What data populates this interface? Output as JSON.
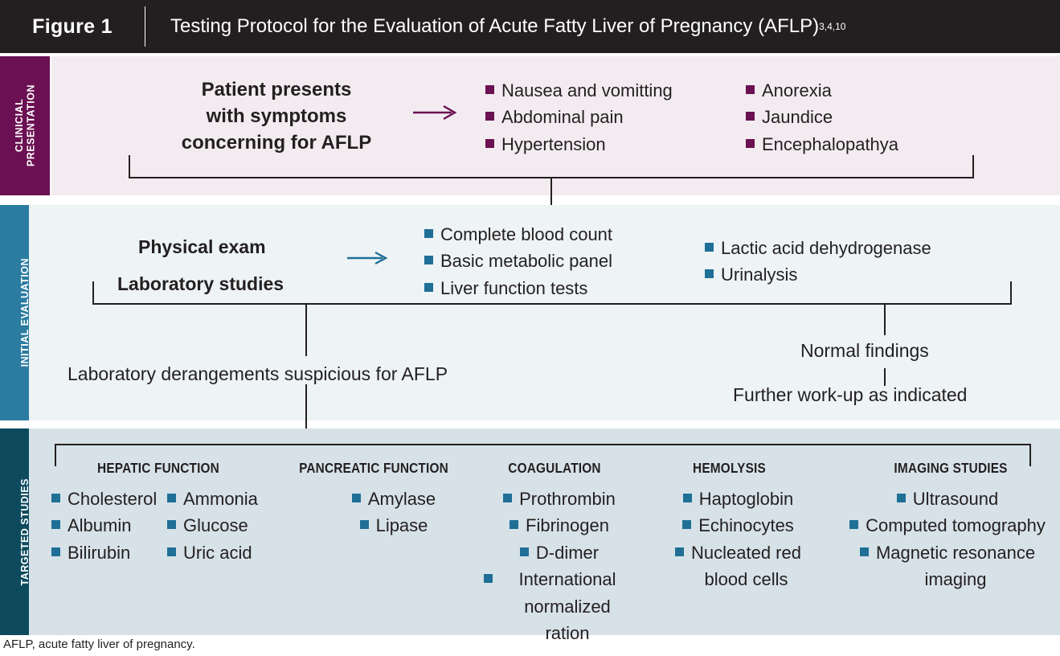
{
  "header": {
    "figure_label": "Figure 1",
    "title": "Testing Protocol for the Evaluation of Acute Fatty Liver of Pregnancy (AFLP)",
    "title_superscript": "3,4,10",
    "bg_color": "#231f20"
  },
  "bands": {
    "clinical": {
      "tab_label": "CLINICIAL\nPRESENTATION",
      "tab_color": "#6b1052",
      "body_color": "#f2ecf1",
      "lead_text": "Patient presents\nwith symptoms\nconcerning for AFLP",
      "arrow": "arrow-right",
      "arrow_color": "#6b1052",
      "bullet_color": "#6b1052",
      "symptoms_left": [
        "Nausea and vomitting",
        "Abdominal pain",
        "Hypertension"
      ],
      "symptoms_right": [
        "Anorexia",
        "Jaundice",
        "Encephalopathya"
      ]
    },
    "initial": {
      "tab_label": "INITIAL EVALUATION",
      "tab_color": "#2b7ca0",
      "body_color": "#eef3f5",
      "line1": "Physical exam",
      "line2": "Laboratory studies",
      "arrow": "arrow-right",
      "arrow_color": "#1f6f96",
      "bullet_color": "#1f6f96",
      "tests_left": [
        "Complete blood count",
        "Basic metabolic panel",
        "Liver function tests"
      ],
      "tests_right": [
        "Lactic acid dehydrogenase",
        "Urinalysis"
      ],
      "outcome_left": "Laboratory derangements suspicious for AFLP",
      "outcome_right_1": "Normal findings",
      "outcome_right_2": "Further work-up as indicated"
    },
    "targeted": {
      "tab_label": "TARGETED STUDIES",
      "tab_color": "#0d4a5e",
      "body_color": "#d7e2e8",
      "bullet_color": "#1f6f96",
      "columns": [
        {
          "heading": "HEPATIC FUNCTION",
          "sub_left": [
            "Cholesterol",
            "Albumin",
            "Bilirubin"
          ],
          "sub_right": [
            "Ammonia",
            "Glucose",
            "Uric acid"
          ]
        },
        {
          "heading": "PANCREATIC FUNCTION",
          "items": [
            "Amylase",
            "Lipase"
          ]
        },
        {
          "heading": "COAGULATION",
          "items": [
            "Prothrombin",
            "Fibrinogen",
            "D-dimer",
            "International\nnormalized ration"
          ]
        },
        {
          "heading": "HEMOLYSIS",
          "items": [
            "Haptoglobin",
            "Echinocytes",
            "Nucleated red\nblood cells"
          ]
        },
        {
          "heading": "IMAGING STUDIES",
          "items": [
            "Ultrasound",
            "Computed tomography",
            "Magnetic resonance\nimaging"
          ]
        }
      ]
    }
  },
  "footnote": "AFLP, acute fatty liver of pregnancy."
}
